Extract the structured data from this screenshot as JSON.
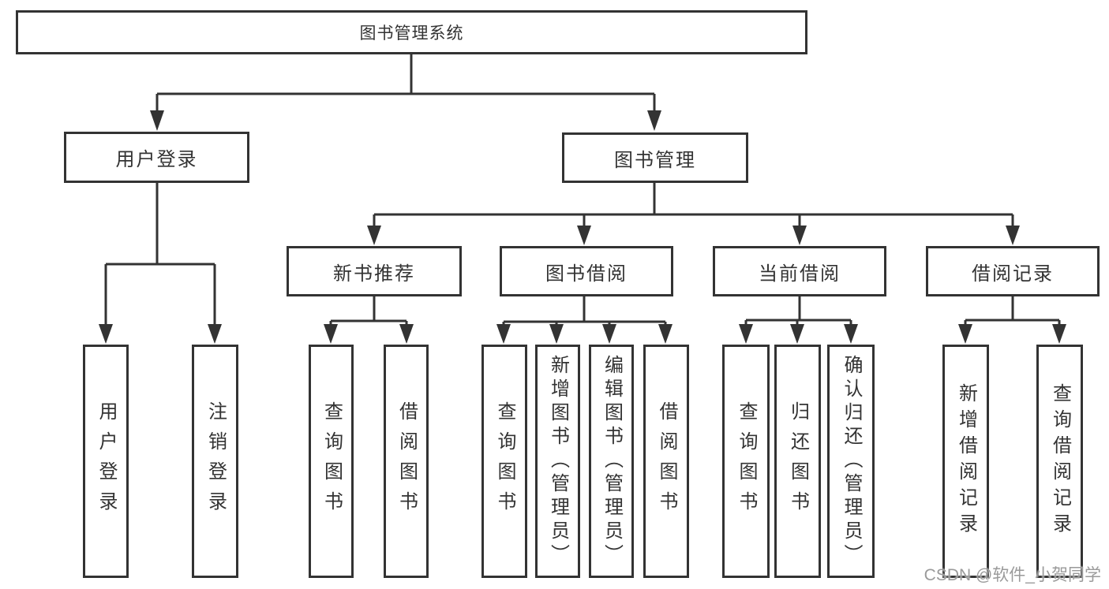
{
  "diagram": {
    "root": {
      "label": "图书管理系统"
    },
    "branches": {
      "user_login": {
        "label": "用户登录",
        "children": [
          {
            "label": "用户登录"
          },
          {
            "label": "注销登录"
          }
        ]
      },
      "book_mgmt": {
        "label": "图书管理",
        "sections": [
          {
            "label": "新书推荐",
            "children": [
              {
                "label": "查询图书"
              },
              {
                "label": "借阅图书"
              }
            ]
          },
          {
            "label": "图书借阅",
            "children": [
              {
                "label": "查询图书"
              },
              {
                "label": "新增图书（管理员）"
              },
              {
                "label": "编辑图书（管理员）"
              },
              {
                "label": "借阅图书"
              }
            ]
          },
          {
            "label": "当前借阅",
            "children": [
              {
                "label": "查询图书"
              },
              {
                "label": "归还图书"
              },
              {
                "label": "确认归还（管理员）"
              }
            ]
          },
          {
            "label": "借阅记录",
            "children": [
              {
                "label": "新增借阅记录"
              },
              {
                "label": "查询借阅记录"
              }
            ]
          }
        ]
      }
    }
  },
  "watermark": "CSDN @软件_小贺同学",
  "colors": {
    "line": "#333333",
    "background": "#ffffff",
    "watermark": "#9a9a9a"
  }
}
